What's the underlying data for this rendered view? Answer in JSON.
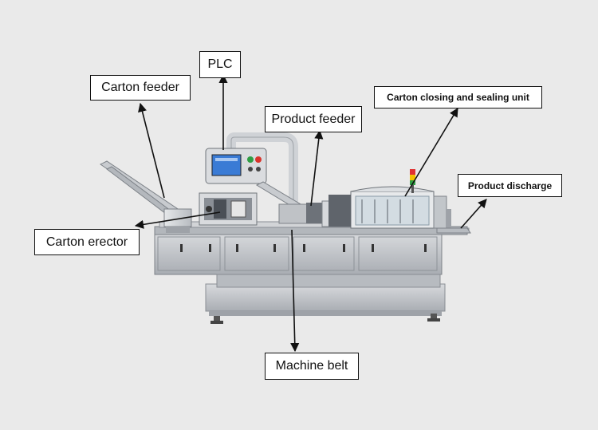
{
  "labels": {
    "carton_feeder": "Carton feeder",
    "plc": "PLC",
    "product_feeder": "Product feeder",
    "carton_closing": "Carton closing and sealing unit",
    "product_discharge": "Product discharge",
    "carton_erector": "Carton erector",
    "machine_belt": "Machine belt"
  },
  "colors": {
    "background": "#eaeaea",
    "machine_body": "#c9cbce",
    "label_border": "#111111",
    "arrow": "#111111",
    "screen": "#3a7bd5",
    "button_green": "#2f9e44",
    "button_red": "#d9342b",
    "signal_tower": [
      "#e03131",
      "#f2c200",
      "#2f9e44"
    ]
  },
  "icons": {
    "plc_panel": "plc-touchscreen-icon",
    "signal_tower": "signal-light-icon"
  }
}
